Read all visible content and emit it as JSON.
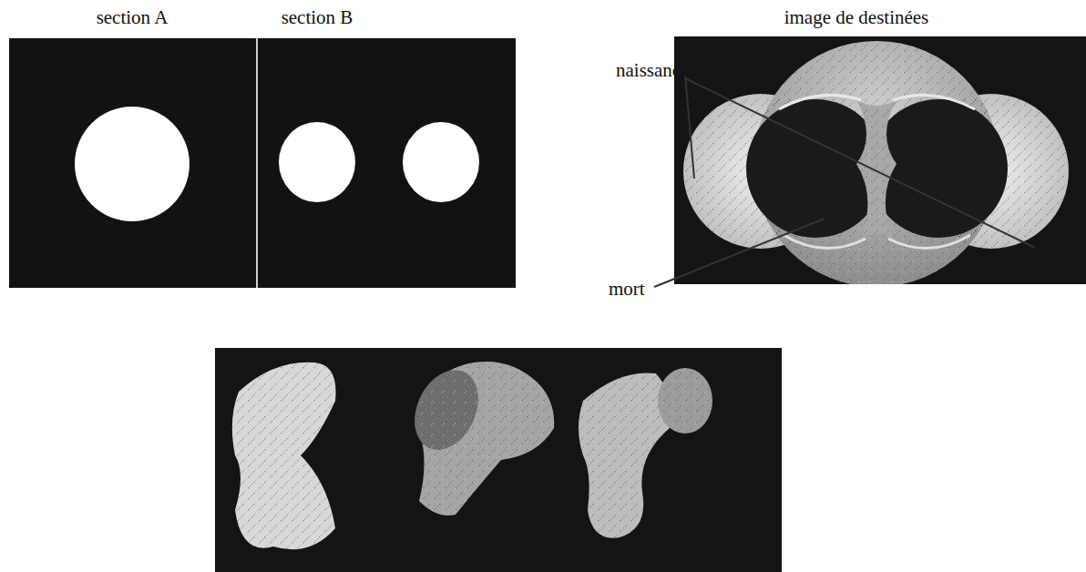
{
  "diagram": {
    "labels": [
      "section A",
      "section B",
      "image de destinées",
      "naissance",
      "mort"
    ]
  }
}
